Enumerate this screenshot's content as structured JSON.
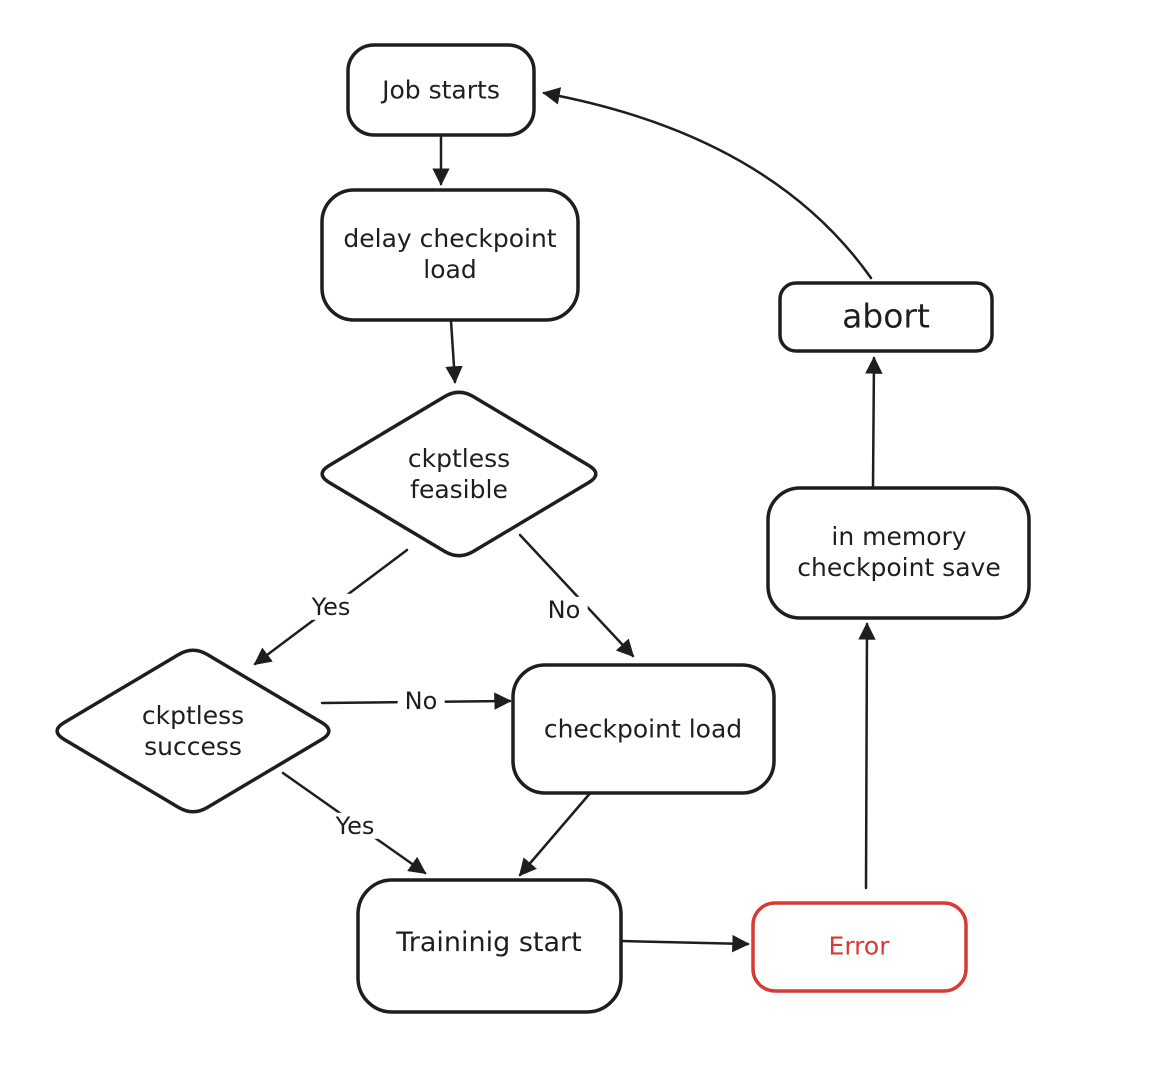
{
  "diagram": {
    "colors": {
      "background": "#ffffff",
      "ink": "#1e1e1e",
      "error": "#d63c35"
    },
    "nodes": {
      "job_starts": "Job starts",
      "delay_checkpoint_load": "delay checkpoint load",
      "ckptless_feasible": "ckptless feasible",
      "ckptless_success": "ckptless success",
      "checkpoint_load": "checkpoint load",
      "training_start": "Traininig start",
      "error": "Error",
      "in_memory_checkpoint_save": "in memory checkpoint save",
      "abort": "abort"
    },
    "edge_labels": {
      "feasible_yes": "Yes",
      "feasible_no": "No",
      "success_no": "No",
      "success_yes": "Yes"
    },
    "edges": [
      {
        "from": "job_starts",
        "to": "delay_checkpoint_load",
        "label": ""
      },
      {
        "from": "delay_checkpoint_load",
        "to": "ckptless_feasible",
        "label": ""
      },
      {
        "from": "ckptless_feasible",
        "to": "ckptless_success",
        "label": "Yes"
      },
      {
        "from": "ckptless_feasible",
        "to": "checkpoint_load",
        "label": "No"
      },
      {
        "from": "ckptless_success",
        "to": "checkpoint_load",
        "label": "No"
      },
      {
        "from": "ckptless_success",
        "to": "training_start",
        "label": "Yes"
      },
      {
        "from": "checkpoint_load",
        "to": "training_start",
        "label": ""
      },
      {
        "from": "training_start",
        "to": "error",
        "label": ""
      },
      {
        "from": "error",
        "to": "in_memory_checkpoint_save",
        "label": ""
      },
      {
        "from": "in_memory_checkpoint_save",
        "to": "abort",
        "label": ""
      },
      {
        "from": "abort",
        "to": "job_starts",
        "label": ""
      }
    ]
  }
}
